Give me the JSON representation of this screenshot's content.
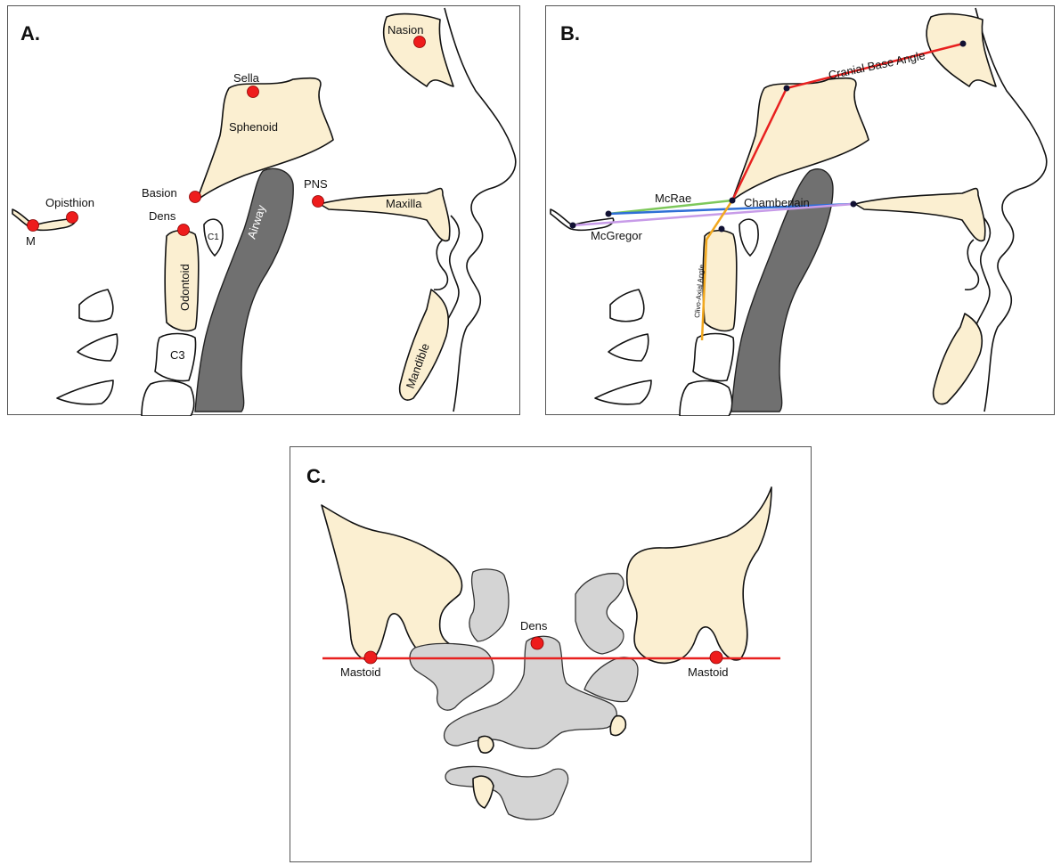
{
  "panels": {
    "a": {
      "label": "A.",
      "landmarks": {
        "nasion": "Nasion",
        "sella": "Sella",
        "sphenoid": "Sphenoid",
        "basion": "Basion",
        "opisthion": "Opisthion",
        "m": "M",
        "dens": "Dens",
        "c1": "C1",
        "odontoid": "Odontoid",
        "c3": "C3",
        "airway": "Airway",
        "pns": "PNS",
        "maxilla": "Maxilla",
        "mandible": "Mandible"
      }
    },
    "b": {
      "label": "B.",
      "lines": {
        "cranial_base_angle": "Cranial Base Angle",
        "mcrae": "McRae",
        "chamberlain": "Chamberlain",
        "mcgregor": "McGregor",
        "clivo_axial_angle": "Clivo-Axial Angle"
      },
      "colors": {
        "cranial_base": "#e8201f",
        "mcrae": "#7dc85a",
        "chamberlain": "#2f6fd6",
        "mcgregor": "#c79be8",
        "clivo_axial": "#f2a81e"
      }
    },
    "c": {
      "label": "C.",
      "landmarks": {
        "dens": "Dens",
        "mastoid_left": "Mastoid",
        "mastoid_right": "Mastoid"
      },
      "colors": {
        "bimastoid_line": "#e8201f"
      }
    }
  }
}
